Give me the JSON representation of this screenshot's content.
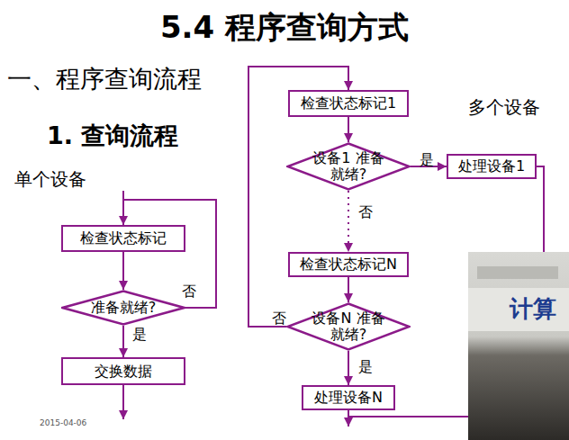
{
  "diagram": {
    "title": "5.4 程序查询方式",
    "nodes": [
      {
        "text": [
          "检查状态标记"
        ]
      },
      {
        "text": [
          "准备就绪?"
        ]
      },
      {
        "text": [
          "交换数据"
        ]
      },
      {
        "text": [
          "检查状态标记1"
        ]
      },
      {
        "text": [
          "设备1 准备就绪?"
        ]
      },
      {
        "text": [
          "处理设备1"
        ]
      },
      {
        "text": [
          "检查状态标记N"
        ]
      },
      {
        "text": [
          "设备N 准备就绪?"
        ]
      },
      {
        "text": [
          "处理设备N"
        ]
      }
    ],
    "edges": [
      {
        "from": 0,
        "to": 1,
        "arrow": "to"
      },
      {
        "from": 1,
        "to": 2,
        "label": "是",
        "arrow": "to"
      },
      {
        "from": 1,
        "to": 0,
        "label": "否",
        "arrow": "to"
      },
      {
        "from": 3,
        "to": 4,
        "arrow": "to"
      },
      {
        "from": 4,
        "to": 5,
        "label": "是",
        "arrow": "to"
      },
      {
        "from": 4,
        "to": 6,
        "label": "否",
        "arrow": "to"
      },
      {
        "from": 6,
        "to": 7,
        "arrow": "to"
      },
      {
        "from": 7,
        "to": 8,
        "label": "是",
        "arrow": "to"
      },
      {
        "from": 7,
        "to": 3,
        "label": "否",
        "arrow": "to"
      }
    ],
    "labels": [
      "一、程序查询流程",
      "1. 查询流程",
      "单个设备",
      "多个设备",
      "2015-04-06",
      "计算"
    ]
  }
}
